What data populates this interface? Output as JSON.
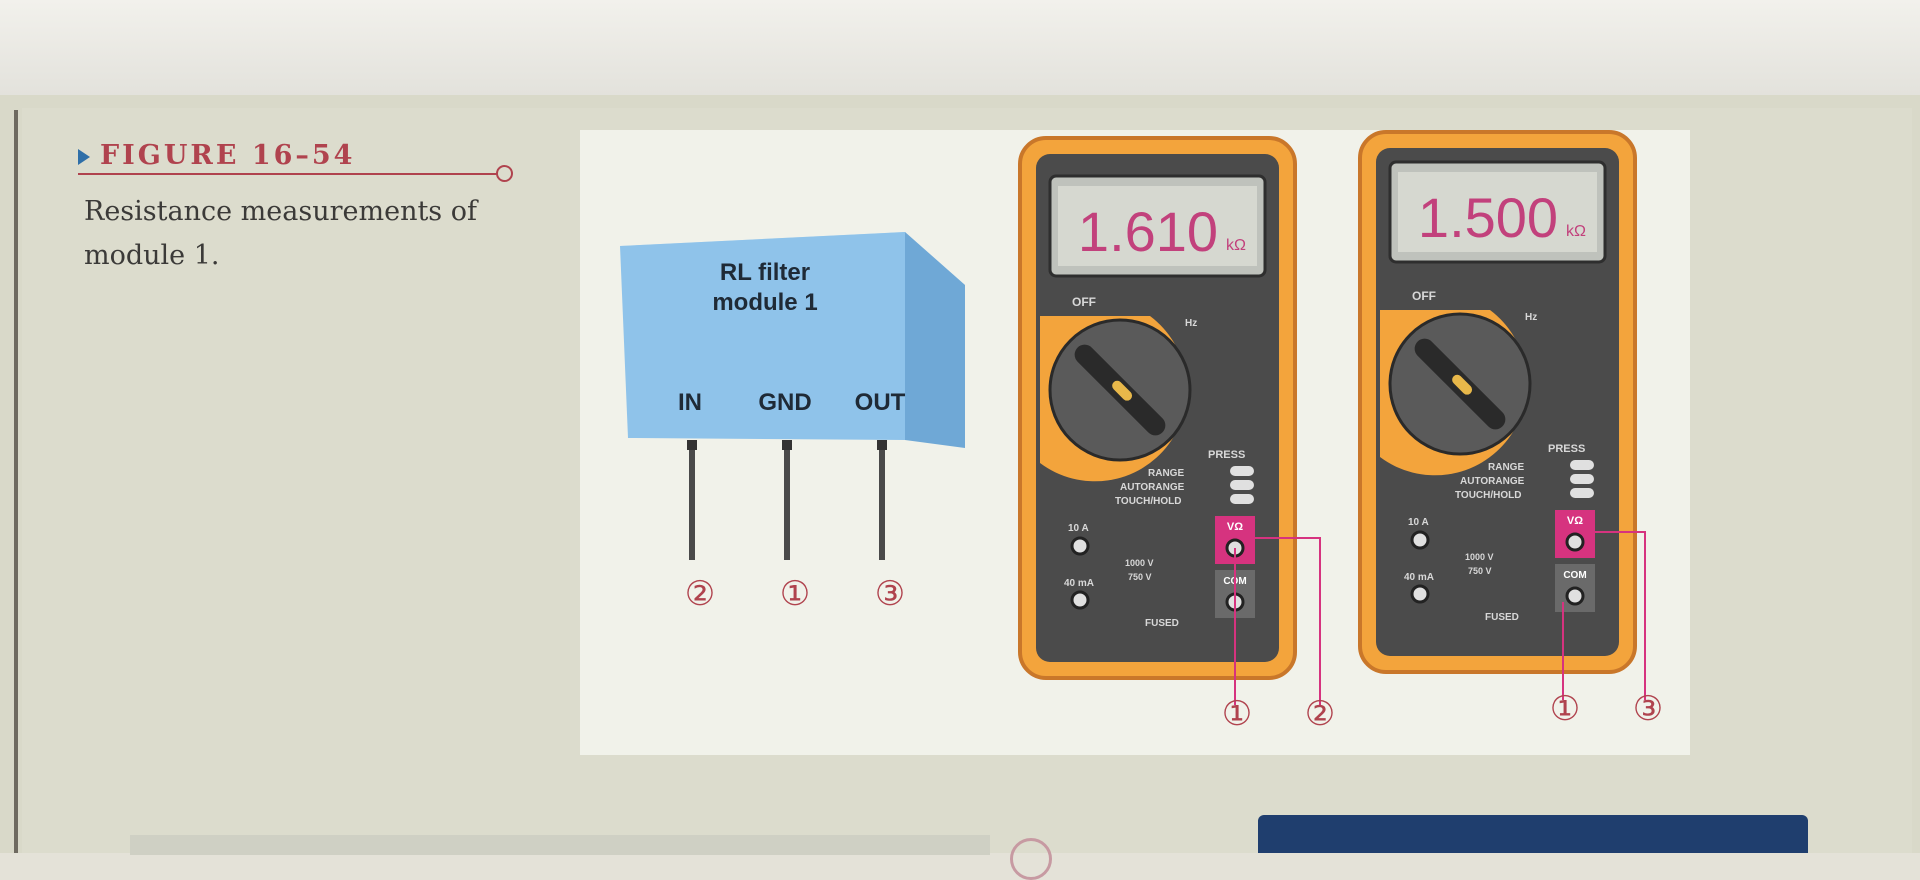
{
  "figure": {
    "label": "FIGURE 16–54",
    "caption": "Resistance measurements of module 1."
  },
  "module": {
    "title_line1": "RL filter",
    "title_line2": "module 1",
    "pins": [
      {
        "label": "IN",
        "number": "②"
      },
      {
        "label": "GND",
        "number": "①"
      },
      {
        "label": "OUT",
        "number": "③"
      }
    ]
  },
  "meters": [
    {
      "reading": "1.610",
      "unit": "kΩ",
      "leads": [
        "①",
        "②"
      ]
    },
    {
      "reading": "1.500",
      "unit": "kΩ",
      "leads": [
        "①",
        "③"
      ]
    }
  ],
  "meter_labels": {
    "off": "OFF",
    "hz": "Hz",
    "range": "RANGE",
    "autorange": "AUTORANGE",
    "touchhold": "TOUCH/HOLD",
    "press": "PRESS",
    "jack_10a": "10 A",
    "jack_40ma": "40 mA",
    "jack_vohm": "VΩ",
    "jack_com": "COM",
    "fused": "FUSED",
    "max_volts": "1000 V",
    "max_volts_ac": "750 V"
  },
  "colors": {
    "accent_red": "#b0434e",
    "module_blue": "#8fc3ea",
    "meter_orange": "#f3a43c",
    "lcd_text": "#c2417c",
    "jack_pink": "#d6337f"
  }
}
